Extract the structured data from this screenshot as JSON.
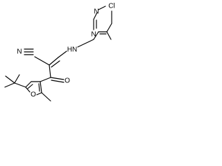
{
  "molecule": {
    "labels": {
      "cl": "Cl",
      "n_ring_top": "N",
      "n_ring_bottom": "N",
      "nh": "HN",
      "nitrile_n": "N",
      "carbonyl_o": "O",
      "furan_o": "O"
    },
    "colors": {
      "bond": "#000000",
      "text": "#000000",
      "background": "#ffffff"
    }
  }
}
